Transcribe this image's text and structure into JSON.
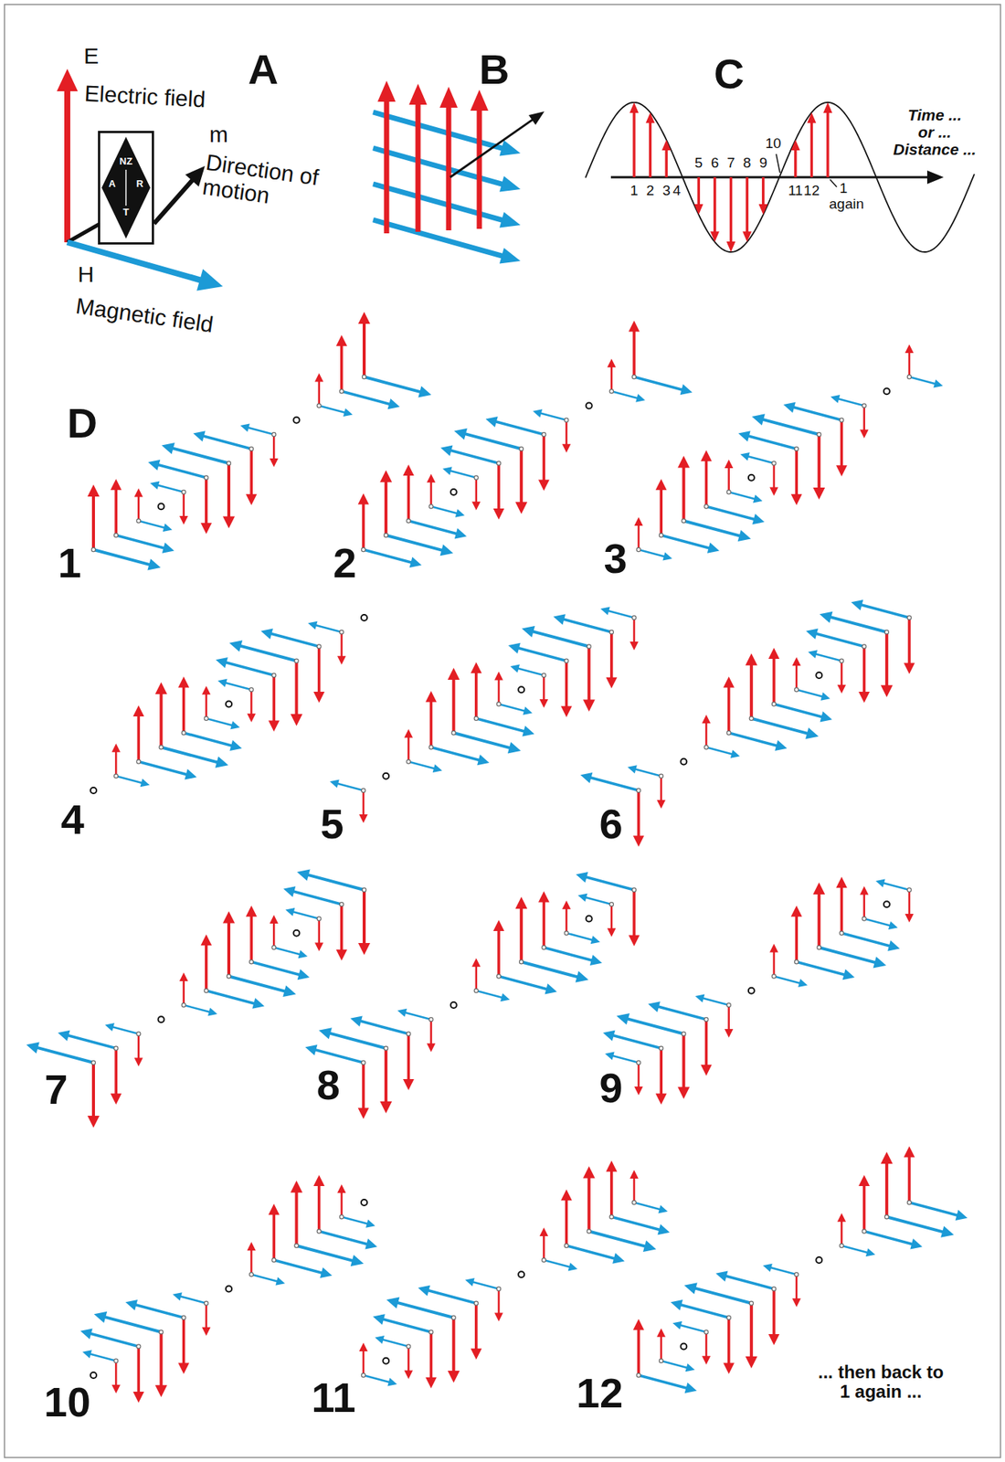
{
  "diagram": {
    "nodes": [
      {
        "text": [
          "NZ",
          "A",
          "R",
          "T"
        ]
      }
    ],
    "labels": [
      "E",
      "Electric field",
      "A",
      "m",
      "Direction of motion",
      "H",
      "Magnetic field",
      "B",
      "C",
      "Time ...",
      "or ...",
      "Distance ...",
      "1",
      "2",
      "3",
      "4",
      "5",
      "6",
      "7",
      "8",
      "9",
      "10",
      "11",
      "12",
      "1",
      "again",
      "D",
      "1",
      "2",
      "3",
      "4",
      "5",
      "6",
      "7",
      "8",
      "9",
      "10",
      "11",
      "12",
      "... then back to 1 again ..."
    ]
  }
}
